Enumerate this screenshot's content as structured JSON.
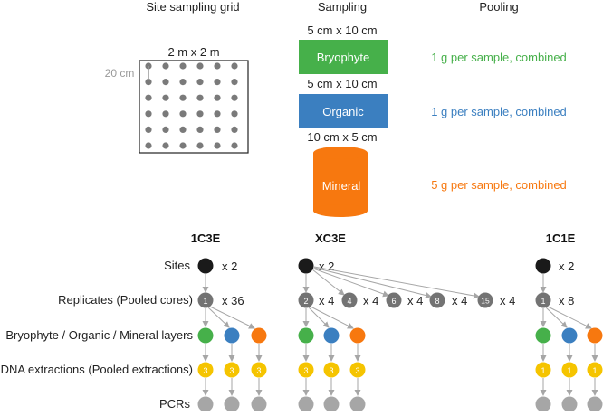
{
  "headers": {
    "grid": "Site sampling grid",
    "sampling": "Sampling",
    "pooling": "Pooling"
  },
  "grid": {
    "size_label": "2 m x 2 m",
    "spacing_label": "20 cm",
    "rows": 6,
    "cols": 6
  },
  "sampling": {
    "bryophyte": {
      "dim": "5 cm x 10 cm",
      "label": "Bryophyte",
      "color": "#46b04a"
    },
    "organic": {
      "dim": "5 cm x 10 cm",
      "label": "Organic",
      "color": "#3b7fc0"
    },
    "mineral": {
      "dim": "10 cm x 5 cm",
      "label": "Mineral",
      "color": "#f7780f"
    }
  },
  "pooling": {
    "bryophyte": "1 g per sample, combined",
    "organic": "1 g per sample, combined",
    "mineral": "5 g per sample, combined"
  },
  "rows": {
    "sites": "Sites",
    "replicates": "Replicates (Pooled cores)",
    "layers": "Bryophyte / Organic / Mineral layers",
    "dna": "DNA extractions (Pooled extractions)",
    "pcrs": "PCRs"
  },
  "designs": [
    {
      "name": "1C3E",
      "sites_mult": "x 2",
      "replicates": [
        {
          "num": "1",
          "mult": "x 36"
        }
      ],
      "dna_num": "3"
    },
    {
      "name": "XC3E",
      "sites_mult": "x 2",
      "replicates": [
        {
          "num": "2",
          "mult": "x 4"
        },
        {
          "num": "4",
          "mult": "x 4"
        },
        {
          "num": "6",
          "mult": "x 4"
        },
        {
          "num": "8",
          "mult": "x 4"
        },
        {
          "num": "15",
          "mult": "x 4"
        }
      ],
      "dna_num": "3"
    },
    {
      "name": "1C1E",
      "sites_mult": "x 2",
      "replicates": [
        {
          "num": "1",
          "mult": "x 8"
        }
      ],
      "dna_num": "1"
    }
  ],
  "colors": {
    "site": "#1a1a1a",
    "replicate": "#737373",
    "dna": "#f5c400",
    "pcr": "#a6a6a6",
    "arrow": "#a6a6a6",
    "grid_dot": "#7a7a7a"
  }
}
